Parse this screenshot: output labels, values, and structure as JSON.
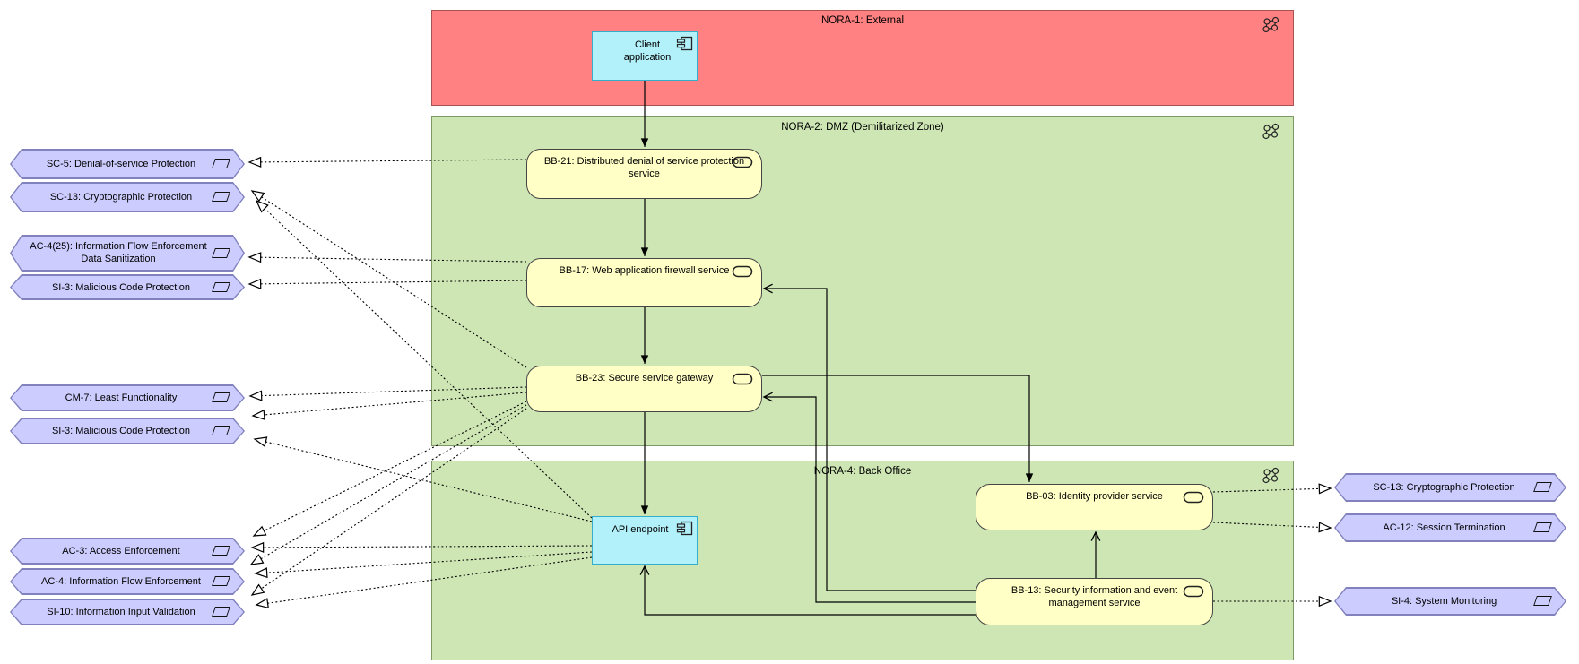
{
  "zones": [
    {
      "id": "NORA-1",
      "label": "NORA-1: External"
    },
    {
      "id": "NORA-2",
      "label": "NORA-2: DMZ (Demilitarized Zone)"
    },
    {
      "id": "NORA-4",
      "label": "NORA-4: Back Office"
    }
  ],
  "components": [
    {
      "id": "client-application",
      "label": "Client application",
      "kind": "application-component",
      "zone": "NORA-1"
    },
    {
      "id": "BB-21",
      "label": "BB-21: Distributed denial of service protection service",
      "kind": "application-service",
      "zone": "NORA-2"
    },
    {
      "id": "BB-17",
      "label": "BB-17: Web application firewall service",
      "kind": "application-service",
      "zone": "NORA-2"
    },
    {
      "id": "BB-23",
      "label": "BB-23: Secure service gateway",
      "kind": "application-service",
      "zone": "NORA-2"
    },
    {
      "id": "api-endpoint",
      "label": "API endpoint",
      "kind": "application-component",
      "zone": "NORA-4"
    },
    {
      "id": "BB-03",
      "label": "BB-03: Identity provider service",
      "kind": "application-service",
      "zone": "NORA-4"
    },
    {
      "id": "BB-13",
      "label": "BB-13: Security information and event management service",
      "kind": "application-service",
      "zone": "NORA-4"
    }
  ],
  "left_requirements": [
    {
      "label": "SC-5: Denial-of-service Protection"
    },
    {
      "label": "SC-13: Cryptographic Protection"
    },
    {
      "label": "AC-4(25): Information Flow Enforcement Data Sanitization"
    },
    {
      "label": "SI-3: Malicious Code Protection"
    },
    {
      "label": "CM-7: Least Functionality"
    },
    {
      "label": "SI-3: Malicious Code Protection"
    },
    {
      "label": "AC-3: Access Enforcement"
    },
    {
      "label": "AC-4: Information Flow Enforcement"
    },
    {
      "label": "SI-10: Information Input Validation"
    }
  ],
  "right_requirements": [
    {
      "label": "SC-13: Cryptographic Protection"
    },
    {
      "label": "AC-12: Session Termination"
    },
    {
      "label": "SI-4: System Monitoring"
    }
  ],
  "connections": {
    "flows": [
      {
        "from": "Client application",
        "to": "BB-21"
      },
      {
        "from": "BB-21",
        "to": "BB-17"
      },
      {
        "from": "BB-17",
        "to": "BB-23"
      },
      {
        "from": "BB-23",
        "to": "API endpoint"
      },
      {
        "from": "BB-23",
        "to": "BB-03"
      }
    ],
    "serving": [
      {
        "from": "BB-13",
        "to": "BB-17"
      },
      {
        "from": "BB-13",
        "to": "BB-23"
      },
      {
        "from": "BB-13",
        "to": "API endpoint"
      },
      {
        "from": "BB-13",
        "to": "BB-03"
      }
    ],
    "realizations": [
      {
        "from": "BB-21",
        "to": "SC-5: Denial-of-service Protection"
      },
      {
        "from": "BB-23",
        "to": "SC-13: Cryptographic Protection (left)"
      },
      {
        "from": "API endpoint",
        "to": "SC-13: Cryptographic Protection (left)"
      },
      {
        "from": "BB-17",
        "to": "AC-4(25): Information Flow Enforcement Data Sanitization"
      },
      {
        "from": "BB-17",
        "to": "SI-3: Malicious Code Protection (upper)"
      },
      {
        "from": "BB-23",
        "to": "CM-7: Least Functionality"
      },
      {
        "from": "BB-23",
        "to": "SI-3: Malicious Code Protection (lower)"
      },
      {
        "from": "API endpoint",
        "to": "SI-3: Malicious Code Protection (lower)"
      },
      {
        "from": "BB-23",
        "to": "AC-3: Access Enforcement"
      },
      {
        "from": "API endpoint",
        "to": "AC-3: Access Enforcement"
      },
      {
        "from": "BB-23",
        "to": "AC-4: Information Flow Enforcement"
      },
      {
        "from": "API endpoint",
        "to": "AC-4: Information Flow Enforcement"
      },
      {
        "from": "BB-23",
        "to": "SI-10: Information Input Validation"
      },
      {
        "from": "API endpoint",
        "to": "SI-10: Information Input Validation"
      },
      {
        "from": "BB-03",
        "to": "SC-13: Cryptographic Protection (right)"
      },
      {
        "from": "BB-03",
        "to": "AC-12: Session Termination"
      },
      {
        "from": "BB-13",
        "to": "SI-4: System Monitoring"
      }
    ]
  },
  "colors": {
    "zone_external_fill": "#ff8181",
    "zone_external_border": "#a85252",
    "zone_green_fill": "#cde6b4",
    "zone_green_border": "#7e9965",
    "service_fill": "#ffffc6",
    "service_border": "#454545",
    "component_fill": "#b2f0fa",
    "component_border": "#35aecc",
    "requirement_fill": "#ccccff",
    "requirement_border": "#8181bd",
    "connector": "#000000"
  }
}
